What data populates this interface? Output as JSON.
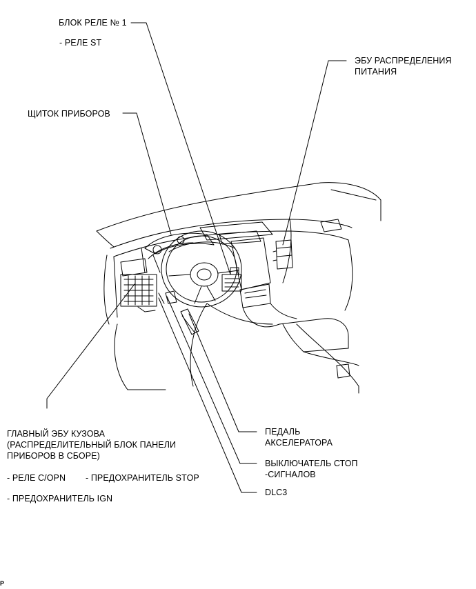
{
  "callouts": {
    "relay_block": {
      "title": "БЛОК РЕЛЕ № 1",
      "item": "- РЕЛЕ ST"
    },
    "power_ecu": {
      "line1": "ЭБУ РАСПРЕДЕЛЕНИЯ",
      "line2": "ПИТАНИЯ"
    },
    "combination_meter": {
      "title": "ЩИТОК ПРИБОРОВ"
    },
    "main_body_ecu": {
      "line1": "ГЛАВНЫЙ ЭБУ КУЗОВА",
      "line2": "(РАСПРЕДЕЛИТЕЛЬНЫЙ БЛОК ПАНЕЛИ",
      "line3": "ПРИБОРОВ В СБОРЕ)",
      "item1": "- РЕЛЕ C/OPN",
      "item2": "- ПРЕДОХРАНИТЕЛЬ STOP",
      "item3": "- ПРЕДОХРАНИТЕЛЬ IGN"
    },
    "accelerator_pedal": {
      "line1": "ПЕДАЛЬ",
      "line2": "АКСЕЛЕРАТОРА"
    },
    "stop_light_switch": {
      "line1": "ВЫКЛЮЧАТЕЛЬ СТОП",
      "line2": "-СИГНАЛОВ"
    },
    "dlc3": {
      "title": "DLC3"
    }
  },
  "footer": {
    "code": "P"
  }
}
